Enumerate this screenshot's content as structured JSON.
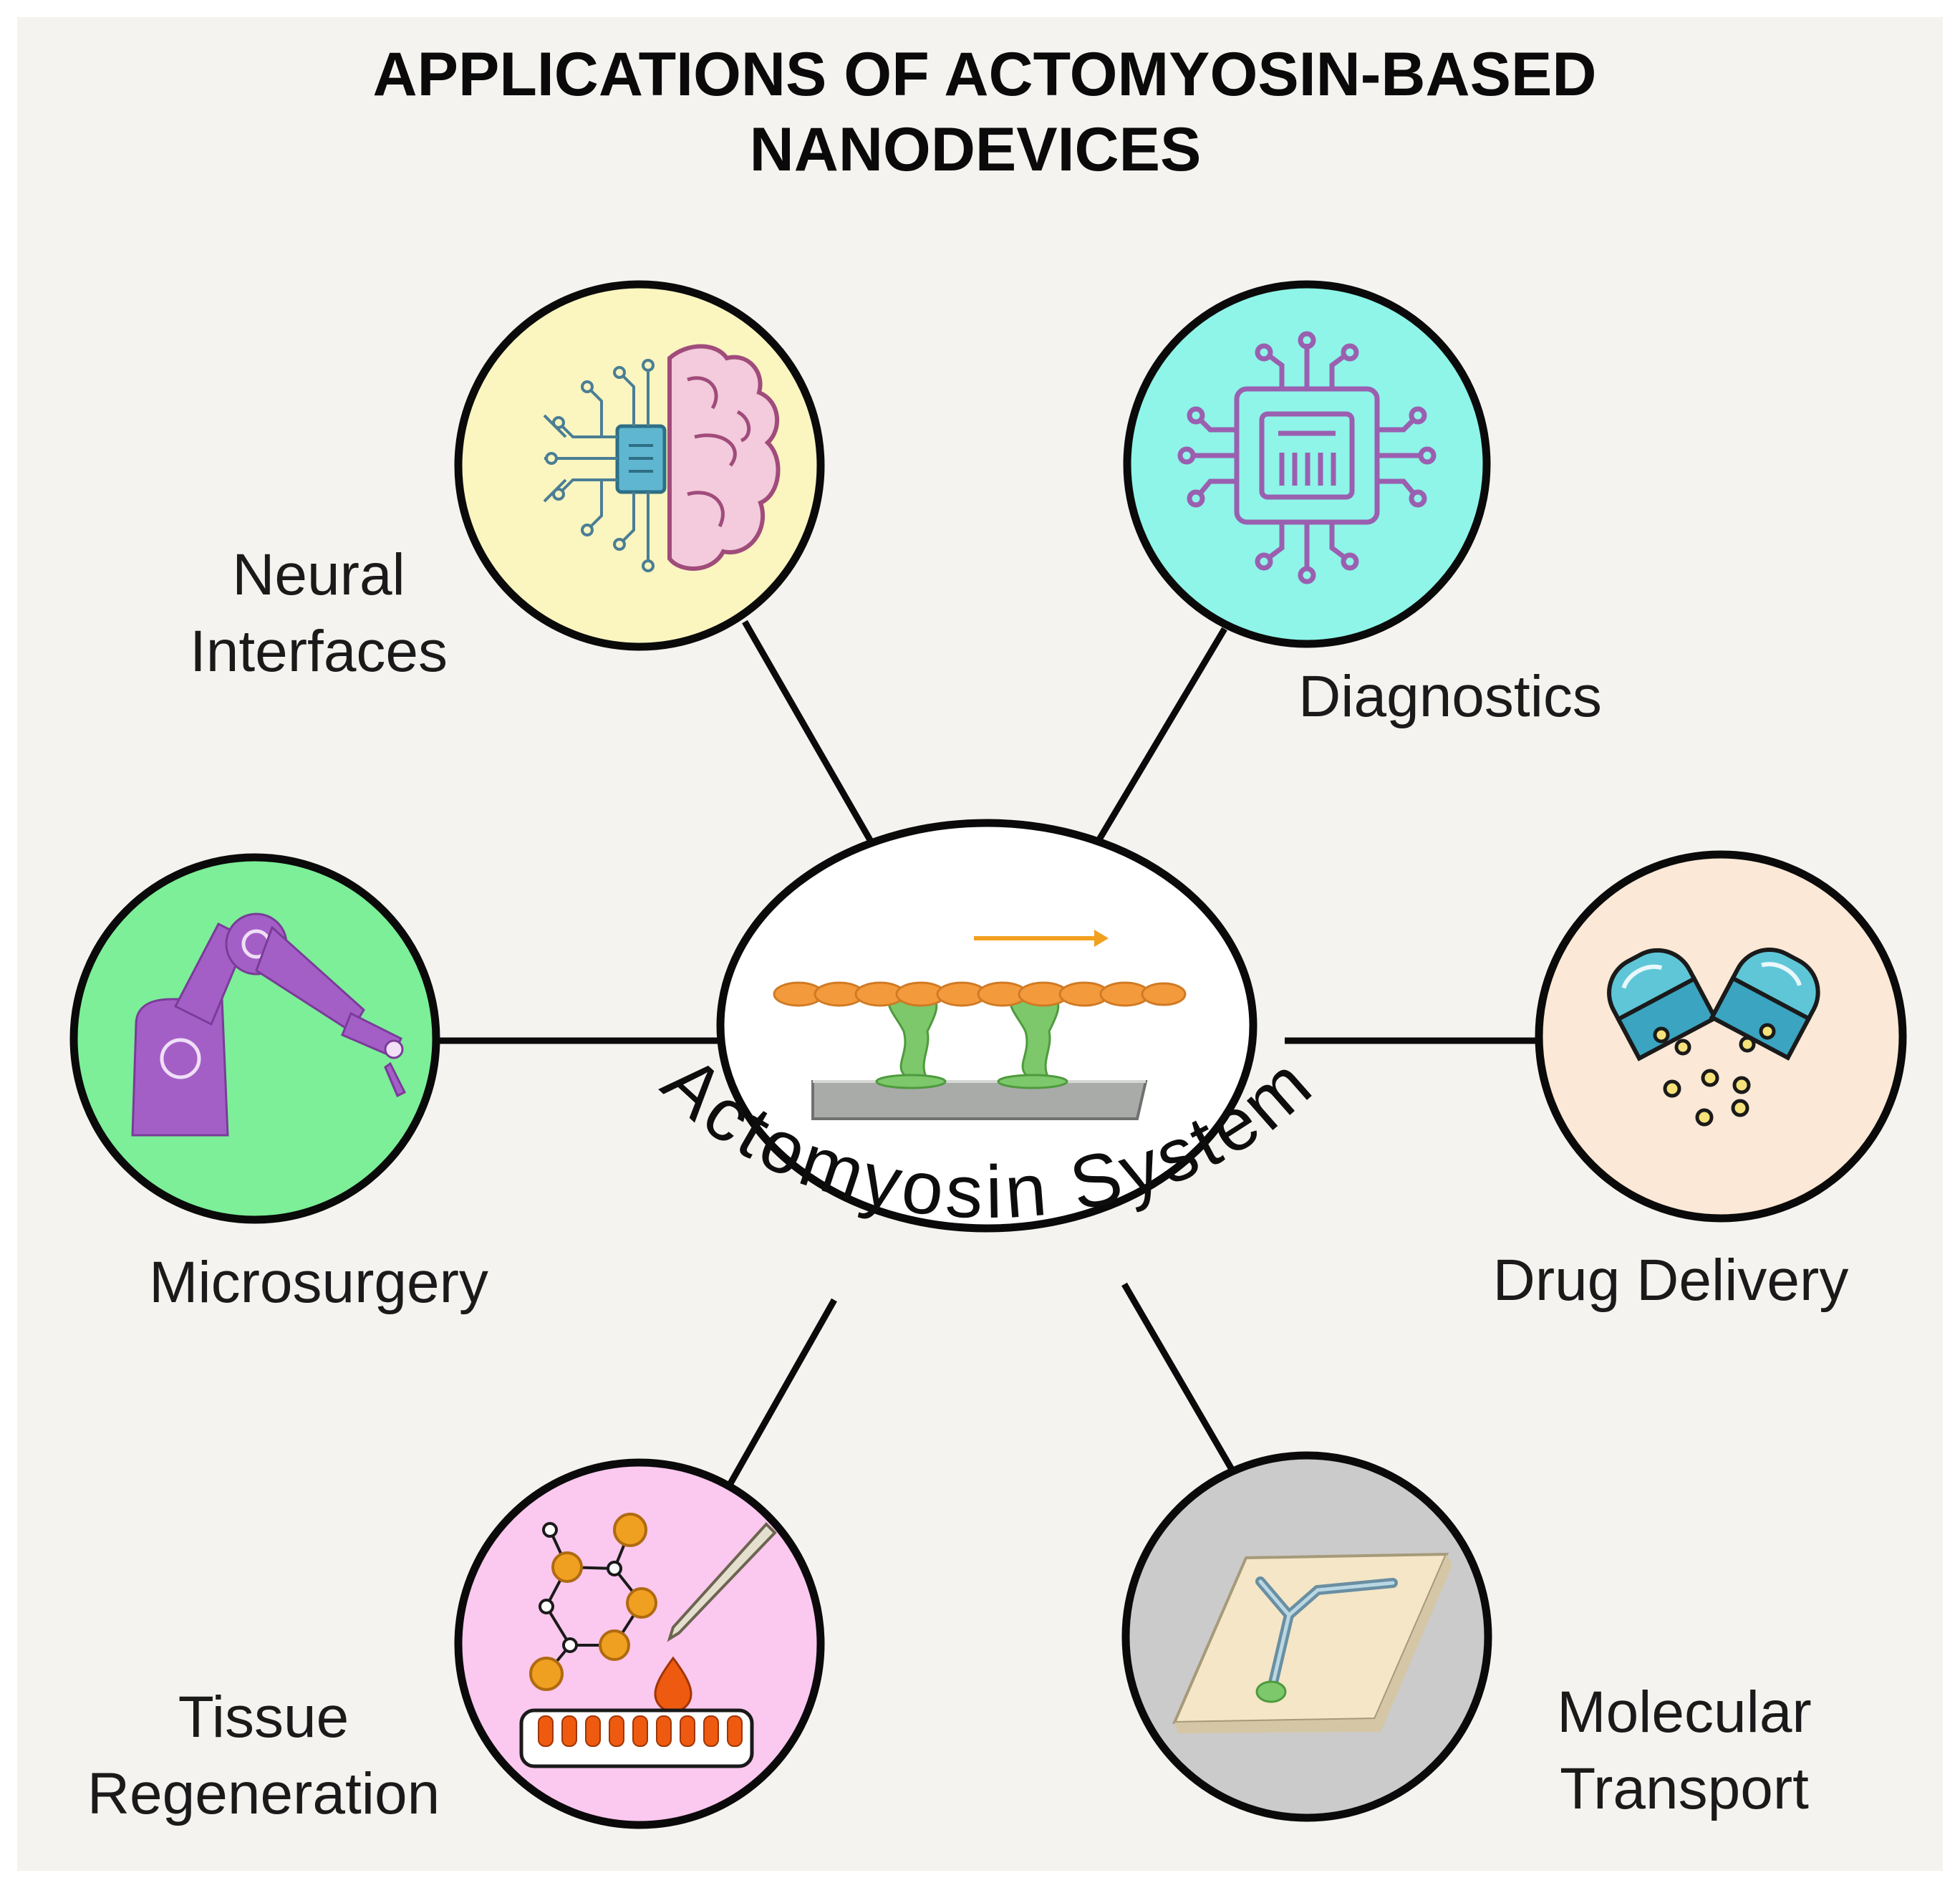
{
  "title": {
    "line1": "APPLICATIONS OF ACTOMYOSIN-BASED",
    "line2": "NANODEVICES"
  },
  "hub": {
    "label": "Actomyosin System",
    "icon": "actin-myosin-motor-icon",
    "colors": {
      "actin": "#f39a3c",
      "myosin": "#7cc86a",
      "surface": "#a9aba9",
      "arrow": "#f2a11f"
    }
  },
  "applications": [
    {
      "id": "neural",
      "label_lines": [
        "Neural",
        "Interfaces"
      ],
      "icon": "brain-chip-icon",
      "fill": "#fbf5c0"
    },
    {
      "id": "diagnostics",
      "label_lines": [
        "Diagnostics"
      ],
      "icon": "microchip-icon",
      "fill": "#8ef5e8"
    },
    {
      "id": "microsurgery",
      "label_lines": [
        "Microsurgery"
      ],
      "icon": "robotic-arm-icon",
      "fill": "#7cef98"
    },
    {
      "id": "drug_delivery",
      "label_lines": [
        "Drug Delivery"
      ],
      "icon": "capsule-icon",
      "fill": "#fbe8d6"
    },
    {
      "id": "tissue",
      "label_lines": [
        "Tissue",
        "Regeneration"
      ],
      "icon": "molecule-pipette-icon",
      "fill": "#fbc8ef"
    },
    {
      "id": "molecular_transport",
      "label_lines": [
        "Molecular",
        "Transport"
      ],
      "icon": "microfluidic-chip-icon",
      "fill": "#cbcbcb"
    }
  ],
  "colors": {
    "background": "#f5f3ef",
    "outline": "#0a0a0a"
  }
}
